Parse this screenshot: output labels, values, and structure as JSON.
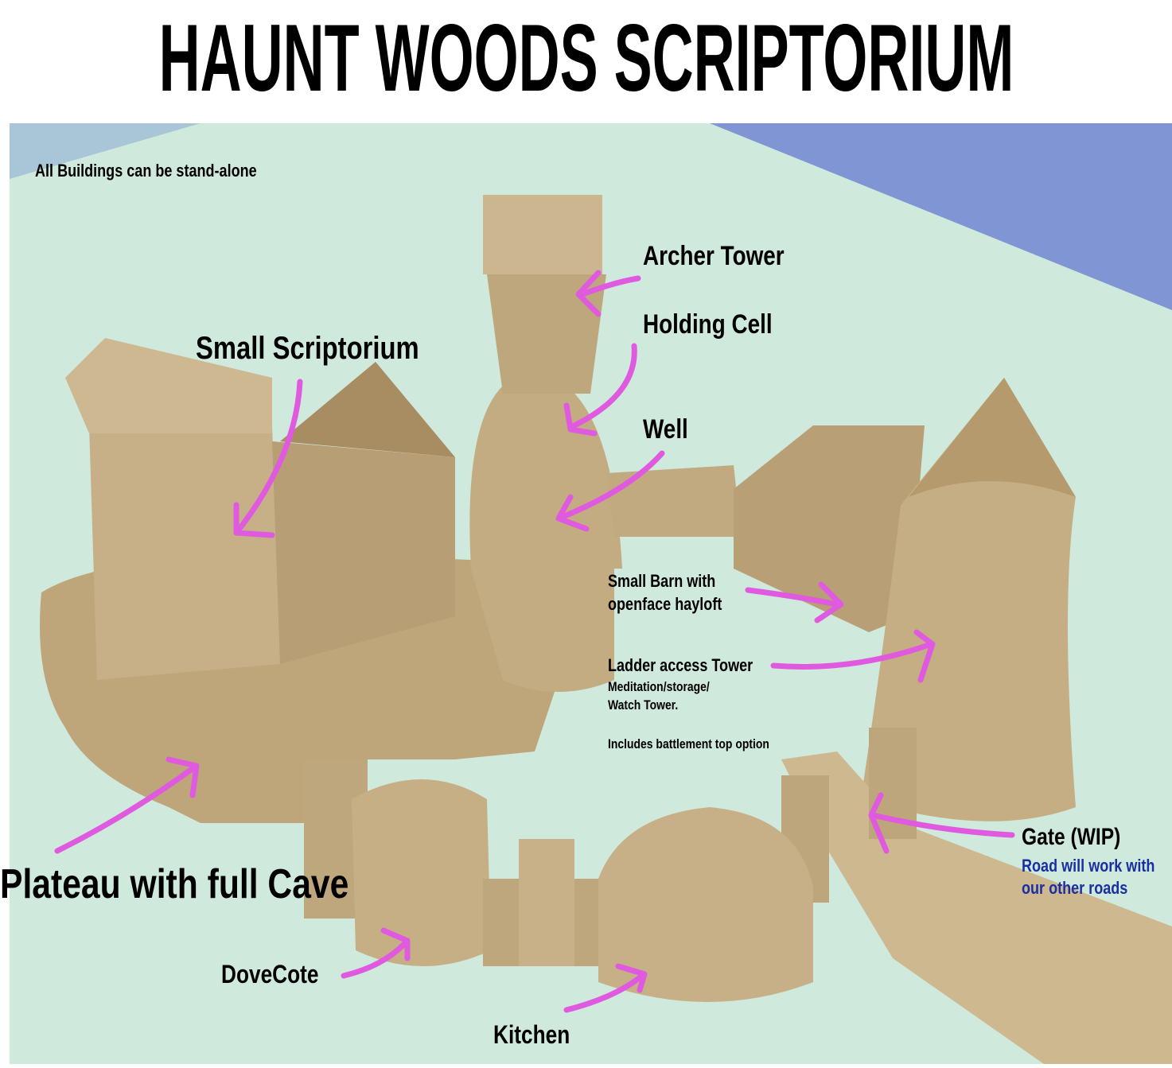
{
  "title": "Haunt Woods Scriptorium",
  "subtitle_note": "All Buildings can be stand-alone",
  "colors": {
    "arrow": "#e05ae0",
    "ground": "#cfe9dc",
    "sky_corner": "#7f95d4",
    "model": "#c9b58c",
    "blue_text": "#1a2fa0"
  },
  "labels": {
    "archer_tower": "Archer Tower",
    "holding_cell": "Holding Cell",
    "well": "Well",
    "small_scriptorium": "Small Scriptorium",
    "small_barn_1": "Small Barn with",
    "small_barn_2": "openface hayloft",
    "ladder_tower": "Ladder access Tower",
    "ladder_desc_1": "Meditation/storage/",
    "ladder_desc_2": "Watch Tower.",
    "ladder_desc_3": "Includes battlement top option",
    "gate": "Gate (WIP)",
    "road_1": "Road will work with",
    "road_2": "our other roads",
    "plateau": "Plateau with full Cave",
    "dovecote": "DoveCote",
    "kitchen": "Kitchen"
  }
}
